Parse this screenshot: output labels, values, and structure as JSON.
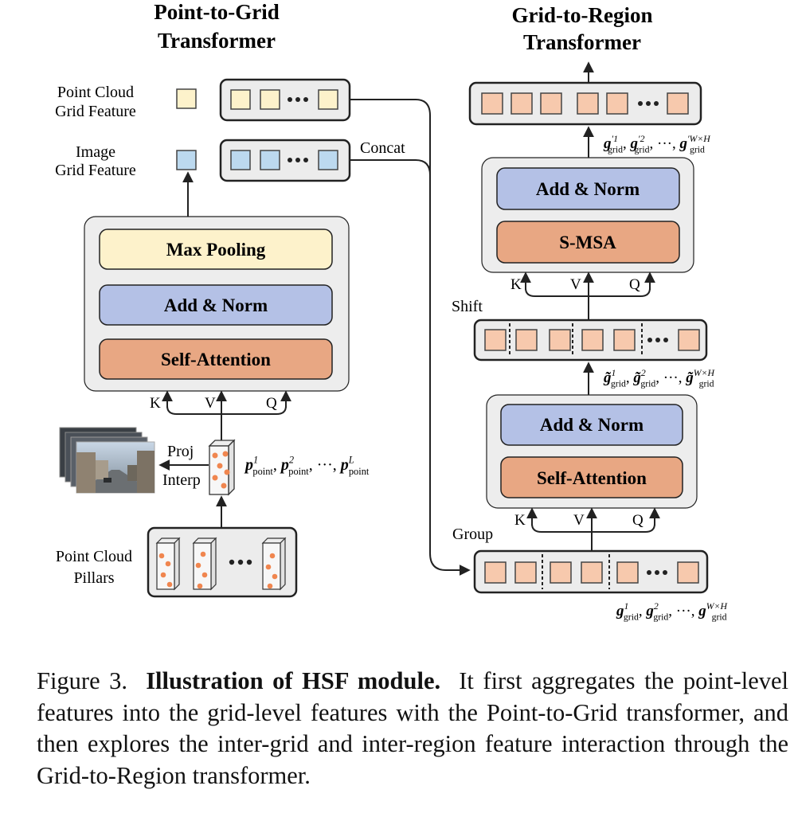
{
  "left": {
    "title_line1": "Point-to-Grid",
    "title_line2": "Transformer",
    "pc_feature_label1": "Point Cloud",
    "pc_feature_label2": "Grid Feature",
    "img_feature_label1": "Image",
    "img_feature_label2": "Grid Feature",
    "max_pooling": "Max Pooling",
    "add_norm": "Add & Norm",
    "self_attention": "Self-Attention",
    "k": "K",
    "v": "V",
    "q": "Q",
    "proj": "Proj",
    "interp": "Interp",
    "pillars_label1": "Point Cloud",
    "pillars_label2": "Pillars",
    "concat": "Concat",
    "point_sequence": {
      "sym": "p",
      "sub": "point",
      "sups": [
        "1",
        "2",
        "L"
      ]
    }
  },
  "right": {
    "title_line1": "Grid-to-Region",
    "title_line2": "Transformer",
    "add_norm_top": "Add & Norm",
    "smsa": "S-MSA",
    "add_norm_bottom": "Add & Norm",
    "self_attention": "Self-Attention",
    "k": "K",
    "v": "V",
    "q": "Q",
    "shift": "Shift",
    "group": "Group",
    "grid_seq_sub": "grid",
    "grid_seq_sups": [
      "1",
      "2",
      "W×H"
    ],
    "grid_seq_out_sups": [
      "′1",
      "′2",
      "′W×H"
    ],
    "grid_seq_tilde_sups": [
      "1",
      "2",
      "W×H"
    ]
  },
  "caption": {
    "label": "Figure 3.",
    "title": "Illustration of HSF module.",
    "body": "It first aggregates the point-level features into the grid-level features with the Point-to-Grid transformer, and then explores the inter-grid and inter-region feature interaction through the Grid-to-Region transformer."
  },
  "colors": {
    "yellow": "#fdf2cb",
    "blue_cell": "#bcd9ef",
    "add_norm": "#b4c1e6",
    "attention": "#e8a783",
    "orange_cell": "#f7c9ad",
    "panel": "#ededed"
  }
}
